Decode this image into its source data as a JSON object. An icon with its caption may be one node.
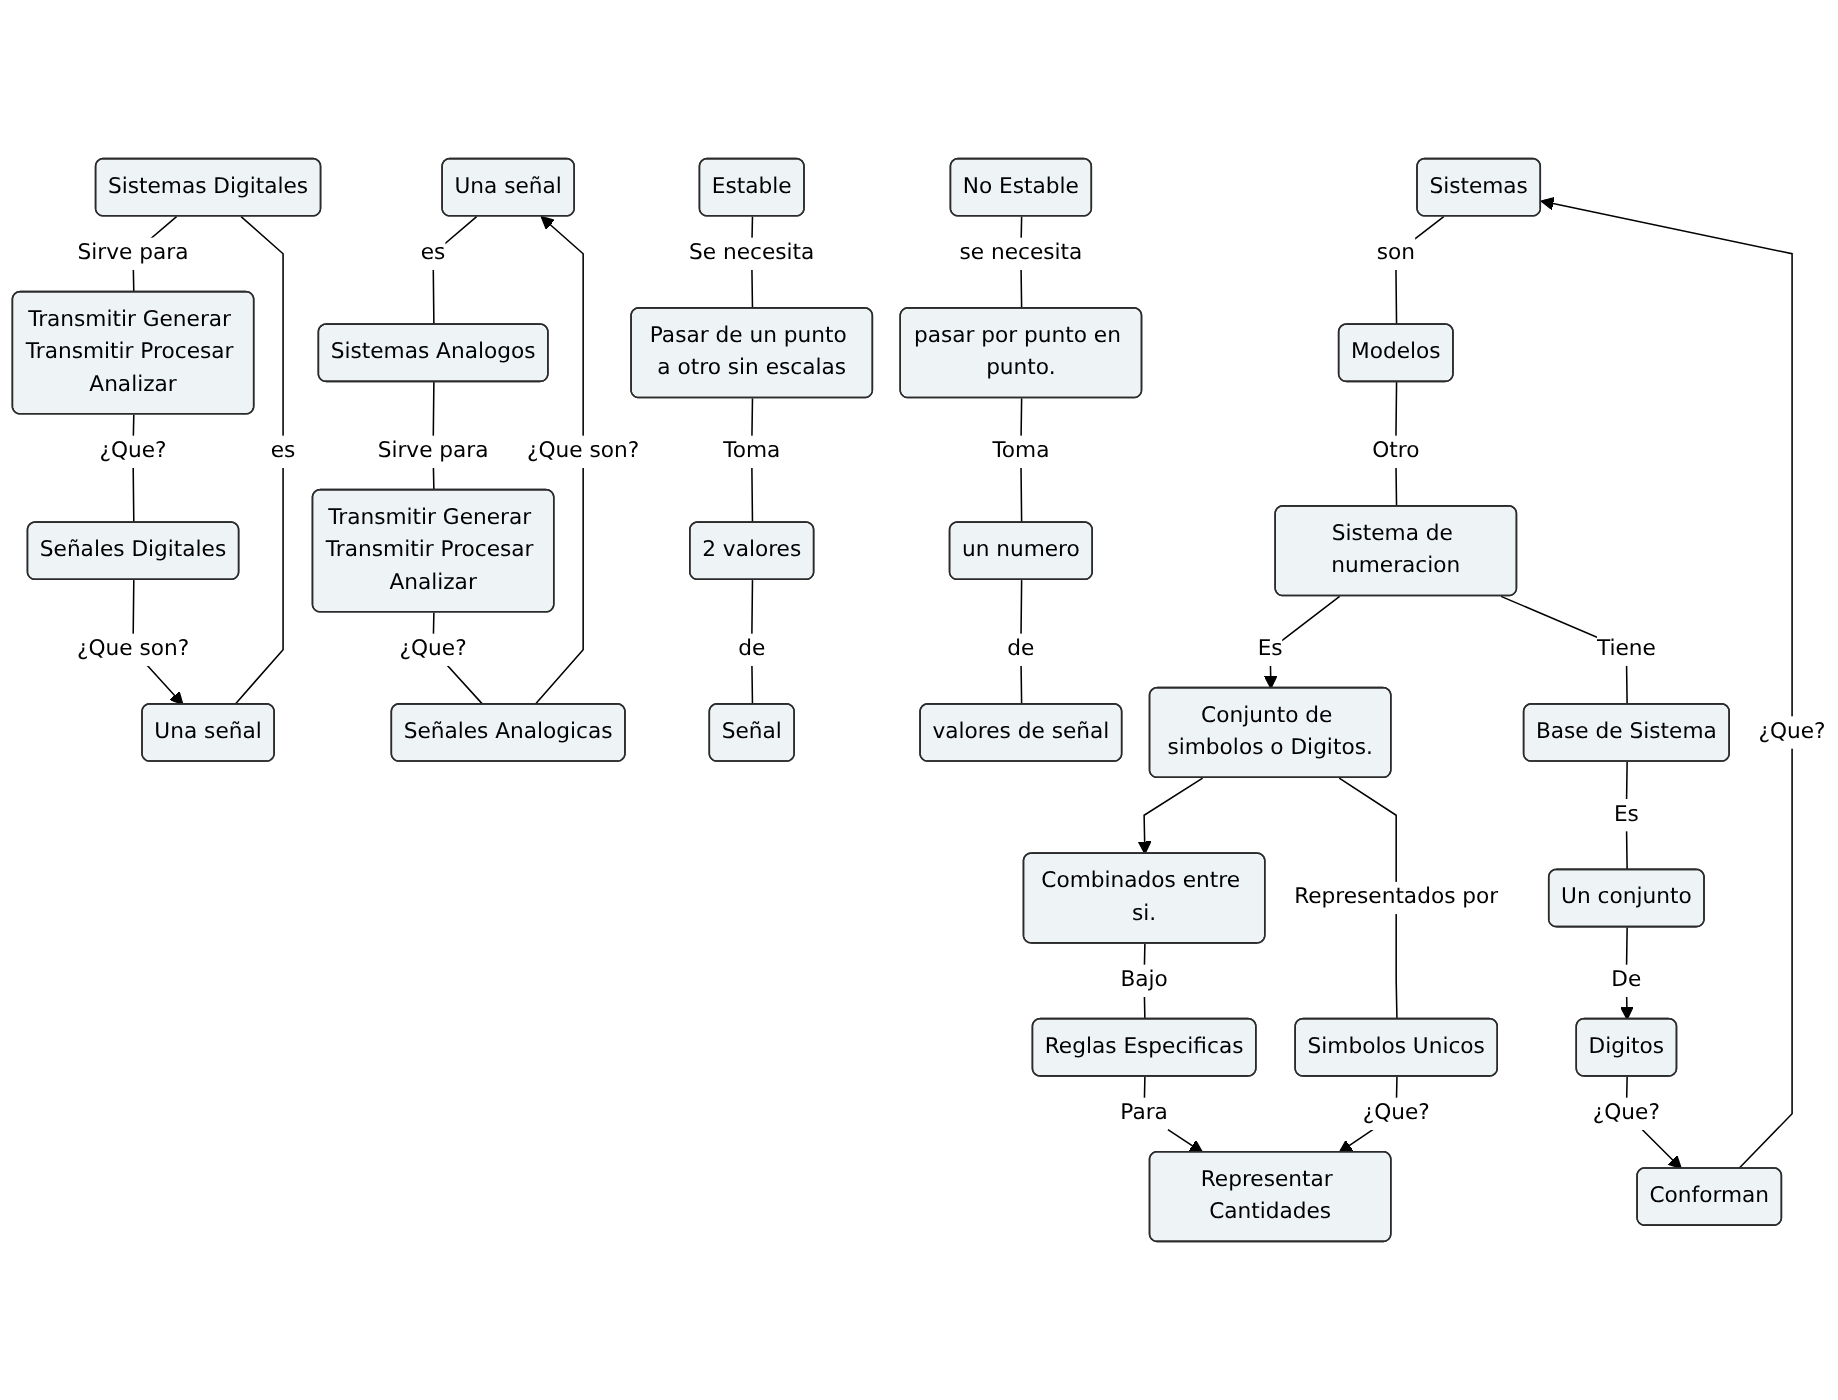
{
  "diagram": {
    "nodes": [
      {
        "text": [
          "Sistemas"
        ]
      },
      {
        "text": [
          "Modelos"
        ]
      },
      {
        "text": [
          "Una señal"
        ]
      },
      {
        "text": [
          "Sistemas Analogos"
        ]
      },
      {
        "text": [
          "Sistemas Digitales"
        ]
      },
      {
        "text": [
          "Una señal"
        ]
      },
      {
        "text": [
          "No Estable"
        ]
      },
      {
        "text": [
          "Estable"
        ]
      },
      {
        "text": [
          "Transmitir Generar Transmitir Procesar Analizar"
        ]
      },
      {
        "text": [
          "Transmitir Generar Transmitir Procesar Analizar"
        ]
      },
      {
        "text": [
          "Pasar de un punto a otro sin escalas"
        ]
      },
      {
        "text": [
          "pasar por punto en punto."
        ]
      },
      {
        "text": [
          "Señales Analogicas"
        ]
      },
      {
        "text": [
          "Señales Digitales"
        ]
      },
      {
        "text": [
          "2 valores"
        ]
      },
      {
        "text": [
          "un numero"
        ]
      },
      {
        "text": [
          "Señal"
        ]
      },
      {
        "text": [
          "valores de señal"
        ]
      },
      {
        "text": [
          "Combinados entre si."
        ]
      },
      {
        "text": [
          "Conjunto de simbolos o Digitos."
        ]
      },
      {
        "text": [
          "Sistema de numeracion"
        ]
      },
      {
        "text": [
          "Representar Cantidades"
        ]
      },
      {
        "text": [
          "Reglas Especificas"
        ]
      },
      {
        "text": [
          "Base de Sistema"
        ]
      },
      {
        "text": [
          "Simbolos Unicos"
        ]
      },
      {
        "text": [
          "Conforman"
        ]
      },
      {
        "text": [
          "Digitos"
        ]
      },
      {
        "text": [
          "Un conjunto"
        ]
      }
    ],
    "edges": [
      {
        "from": 0,
        "to": 1,
        "label": "son",
        "arrow": "none"
      },
      {
        "from": 2,
        "to": 3,
        "label": "es",
        "arrow": "none"
      },
      {
        "from": 3,
        "to": 8,
        "label": "Sirve para",
        "arrow": "none"
      },
      {
        "from": 8,
        "to": 12,
        "label": "¿Que?",
        "arrow": "none"
      },
      {
        "from": 12,
        "to": 2,
        "label": "¿Que son?",
        "arrow": "to"
      },
      {
        "from": 5,
        "to": 4,
        "label": "es",
        "arrow": "none"
      },
      {
        "from": 4,
        "to": 9,
        "label": "Sirve para",
        "arrow": "none"
      },
      {
        "from": 9,
        "to": 13,
        "label": "¿Que?",
        "arrow": "none"
      },
      {
        "from": 13,
        "to": 5,
        "label": "¿Que son?",
        "arrow": "to"
      },
      {
        "from": 6,
        "to": 11,
        "label": "se necesita",
        "arrow": "none"
      },
      {
        "from": 11,
        "to": 15,
        "label": "Toma",
        "arrow": "none"
      },
      {
        "from": 15,
        "to": 17,
        "label": "de",
        "arrow": "none"
      },
      {
        "from": 7,
        "to": 10,
        "label": "Se necesita",
        "arrow": "none"
      },
      {
        "from": 10,
        "to": 14,
        "label": "Toma",
        "arrow": "none"
      },
      {
        "from": 14,
        "to": 16,
        "label": "de",
        "arrow": "none"
      },
      {
        "from": 1,
        "to": 20,
        "label": "Otro",
        "arrow": "none"
      },
      {
        "from": 20,
        "to": 19,
        "label": "Es",
        "arrow": "to"
      },
      {
        "from": 19,
        "to": 18,
        "arrow": "to"
      },
      {
        "from": 18,
        "to": 22,
        "label": "Bajo",
        "arrow": "none"
      },
      {
        "from": 22,
        "to": 21,
        "label": "Para",
        "arrow": "to"
      },
      {
        "from": 19,
        "to": 24,
        "label": "Representados por",
        "arrow": "none"
      },
      {
        "from": 24,
        "to": 21,
        "label": "¿Que?",
        "arrow": "to"
      },
      {
        "from": 20,
        "to": 23,
        "label": "Tiene",
        "arrow": "none"
      },
      {
        "from": 23,
        "to": 27,
        "label": "Es",
        "arrow": "none"
      },
      {
        "from": 27,
        "to": 26,
        "label": "De",
        "arrow": "to"
      },
      {
        "from": 26,
        "to": 25,
        "label": "¿Que?",
        "arrow": "to"
      },
      {
        "from": 25,
        "to": 0,
        "label": "¿Que?",
        "arrow": "to"
      }
    ]
  }
}
